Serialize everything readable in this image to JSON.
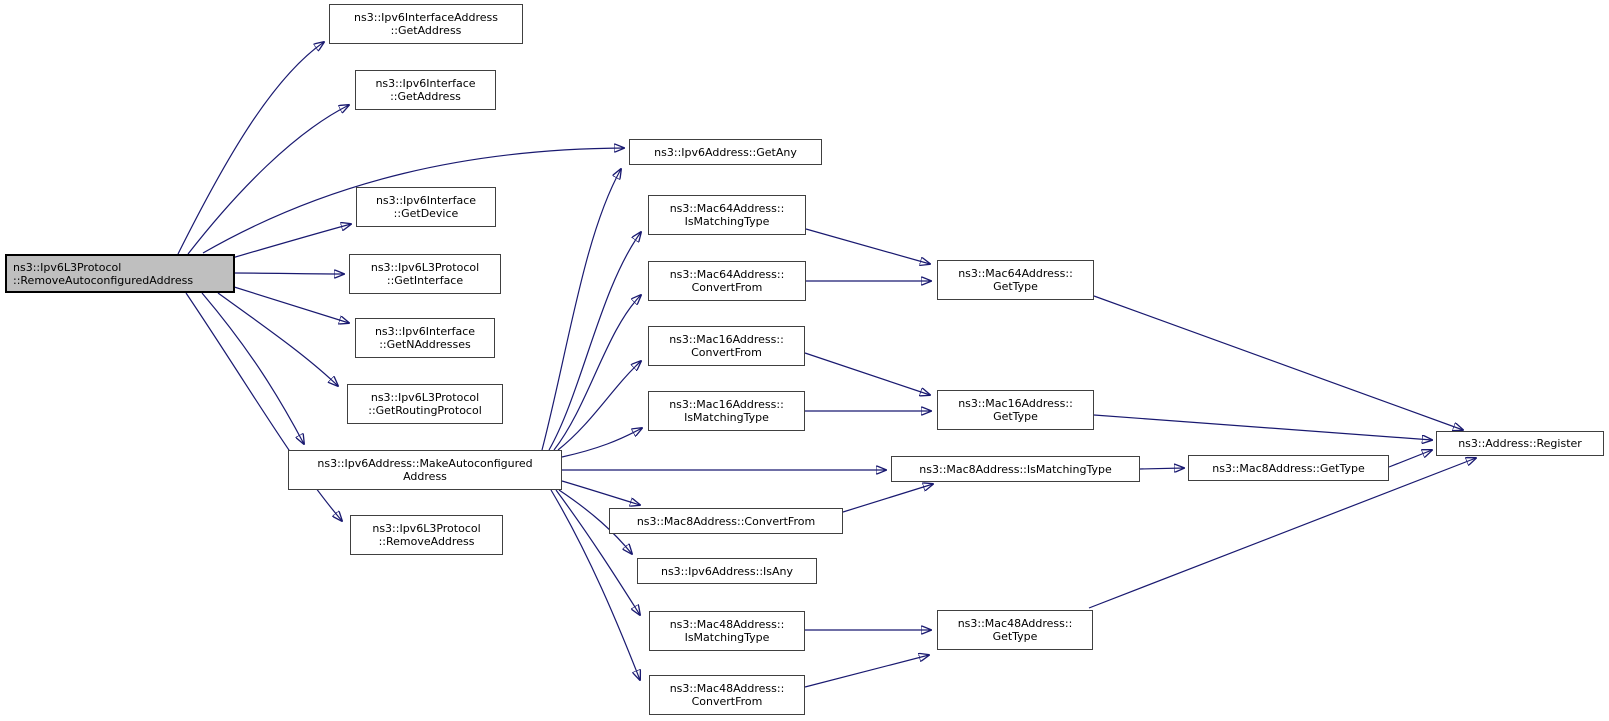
{
  "diagram": {
    "kind": "doxygen-call-graph",
    "background_color": "#ffffff",
    "edge_color": "#191970",
    "node_border_color": "#404040",
    "node_fill_color": "#ffffff",
    "main_node_fill_color": "#bfbfbf",
    "main_node_border_color": "#000000"
  },
  "nodes": {
    "main": {
      "line1": "ns3::Ipv6L3Protocol",
      "line2": "::RemoveAutoconfiguredAddress"
    },
    "ipv6_interface_address_get_address": {
      "line1": "ns3::Ipv6InterfaceAddress",
      "line2": "::GetAddress"
    },
    "ipv6_interface_get_address": {
      "line1": "ns3::Ipv6Interface",
      "line2": "::GetAddress"
    },
    "ipv6_address_get_any": {
      "line1": "ns3::Ipv6Address::GetAny"
    },
    "ipv6_interface_get_device": {
      "line1": "ns3::Ipv6Interface",
      "line2": "::GetDevice"
    },
    "ipv6_l3_get_interface": {
      "line1": "ns3::Ipv6L3Protocol",
      "line2": "::GetInterface"
    },
    "ipv6_interface_get_n_addresses": {
      "line1": "ns3::Ipv6Interface",
      "line2": "::GetNAddresses"
    },
    "ipv6_l3_get_routing_protocol": {
      "line1": "ns3::Ipv6L3Protocol",
      "line2": "::GetRoutingProtocol"
    },
    "make_autoconfigured_address": {
      "line1": "ns3::Ipv6Address::MakeAutoconfigured",
      "line2": "Address"
    },
    "ipv6_l3_remove_address": {
      "line1": "ns3::Ipv6L3Protocol",
      "line2": "::RemoveAddress"
    },
    "mac64_is_matching_type": {
      "line1": "ns3::Mac64Address::",
      "line2": "IsMatchingType"
    },
    "mac64_convert_from": {
      "line1": "ns3::Mac64Address::",
      "line2": "ConvertFrom"
    },
    "mac16_convert_from": {
      "line1": "ns3::Mac16Address::",
      "line2": "ConvertFrom"
    },
    "mac16_is_matching_type": {
      "line1": "ns3::Mac16Address::",
      "line2": "IsMatchingType"
    },
    "mac8_is_matching_type": {
      "line1": "ns3::Mac8Address::IsMatchingType"
    },
    "mac8_convert_from": {
      "line1": "ns3::Mac8Address::ConvertFrom"
    },
    "ipv6_address_is_any": {
      "line1": "ns3::Ipv6Address::IsAny"
    },
    "mac48_is_matching_type": {
      "line1": "ns3::Mac48Address::",
      "line2": "IsMatchingType"
    },
    "mac48_convert_from": {
      "line1": "ns3::Mac48Address::",
      "line2": "ConvertFrom"
    },
    "mac64_get_type": {
      "line1": "ns3::Mac64Address::",
      "line2": "GetType"
    },
    "mac16_get_type": {
      "line1": "ns3::Mac16Address::",
      "line2": "GetType"
    },
    "mac48_get_type": {
      "line1": "ns3::Mac48Address::",
      "line2": "GetType"
    },
    "mac8_get_type": {
      "line1": "ns3::Mac8Address::GetType"
    },
    "address_register": {
      "line1": "ns3::Address::Register"
    }
  },
  "edges": [
    {
      "from": "main",
      "to": "ipv6_interface_address_get_address"
    },
    {
      "from": "main",
      "to": "ipv6_interface_get_address"
    },
    {
      "from": "main",
      "to": "ipv6_address_get_any"
    },
    {
      "from": "main",
      "to": "ipv6_interface_get_device"
    },
    {
      "from": "main",
      "to": "ipv6_l3_get_interface"
    },
    {
      "from": "main",
      "to": "ipv6_interface_get_n_addresses"
    },
    {
      "from": "main",
      "to": "ipv6_l3_get_routing_protocol"
    },
    {
      "from": "main",
      "to": "make_autoconfigured_address"
    },
    {
      "from": "main",
      "to": "ipv6_l3_remove_address"
    },
    {
      "from": "make_autoconfigured_address",
      "to": "ipv6_address_get_any"
    },
    {
      "from": "make_autoconfigured_address",
      "to": "mac64_is_matching_type"
    },
    {
      "from": "make_autoconfigured_address",
      "to": "mac64_convert_from"
    },
    {
      "from": "make_autoconfigured_address",
      "to": "mac16_convert_from"
    },
    {
      "from": "make_autoconfigured_address",
      "to": "mac16_is_matching_type"
    },
    {
      "from": "make_autoconfigured_address",
      "to": "mac8_is_matching_type"
    },
    {
      "from": "make_autoconfigured_address",
      "to": "mac8_convert_from"
    },
    {
      "from": "make_autoconfigured_address",
      "to": "ipv6_address_is_any"
    },
    {
      "from": "make_autoconfigured_address",
      "to": "mac48_is_matching_type"
    },
    {
      "from": "make_autoconfigured_address",
      "to": "mac48_convert_from"
    },
    {
      "from": "mac64_is_matching_type",
      "to": "mac64_get_type"
    },
    {
      "from": "mac64_convert_from",
      "to": "mac64_get_type"
    },
    {
      "from": "mac16_convert_from",
      "to": "mac16_get_type"
    },
    {
      "from": "mac16_is_matching_type",
      "to": "mac16_get_type"
    },
    {
      "from": "mac8_convert_from",
      "to": "mac8_is_matching_type"
    },
    {
      "from": "mac8_is_matching_type",
      "to": "mac8_get_type"
    },
    {
      "from": "mac48_is_matching_type",
      "to": "mac48_get_type"
    },
    {
      "from": "mac48_convert_from",
      "to": "mac48_get_type"
    },
    {
      "from": "mac64_get_type",
      "to": "address_register"
    },
    {
      "from": "mac16_get_type",
      "to": "address_register"
    },
    {
      "from": "mac8_get_type",
      "to": "address_register"
    },
    {
      "from": "mac48_get_type",
      "to": "address_register"
    }
  ]
}
